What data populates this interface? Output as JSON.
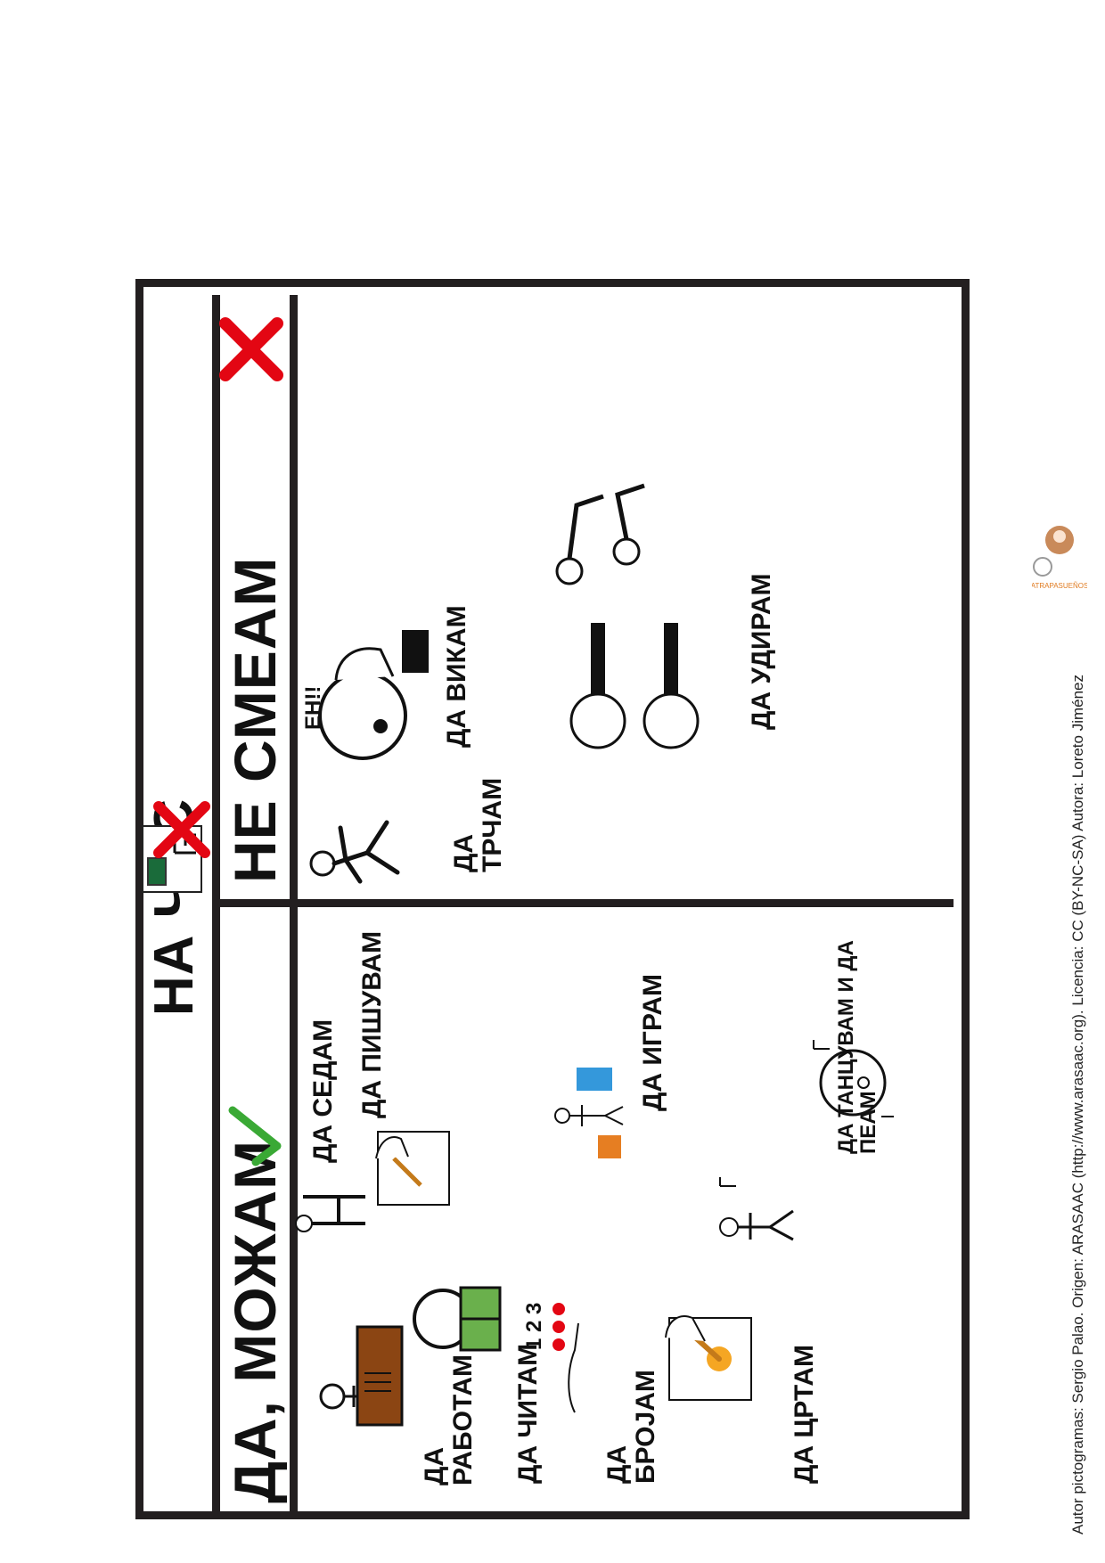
{
  "title": "НА ЧАС",
  "allowed": {
    "heading": "ДА, МОЖАМ",
    "items": [
      {
        "label": "ДА\nРАБОТАМ"
      },
      {
        "label": "ДА ЧИТАМ"
      },
      {
        "label": "ДА\nБРОЈАМ"
      },
      {
        "label": "ДА ЦРТАМ"
      },
      {
        "label": "ДА СЕДАМ"
      },
      {
        "label": "ДА ПИШУВАМ"
      },
      {
        "label": "ДА ИГРАМ"
      },
      {
        "label": "ДА ТАНЦУВАМ И ДА ПЕАМ"
      }
    ],
    "numbers": "1 2 3",
    "check_color": "#3aa935"
  },
  "forbidden": {
    "heading": "НЕ СМЕАМ",
    "items": [
      {
        "label": "ДА\nТРЧАМ"
      },
      {
        "label": "ДА ВИКАМ"
      },
      {
        "label": "ДА УДИРАМ"
      }
    ],
    "shout_text": "ЕH!!",
    "x_color": "#e30613"
  },
  "footer": "Autor pictogramas: Sergio Palao. Origen: ARASAAC (http://www.arasaac.org). Licencia: CC (BY-NC-SA) Autora: Loreto Jiménez",
  "logo_text": "ATRAPASUEÑOS"
}
